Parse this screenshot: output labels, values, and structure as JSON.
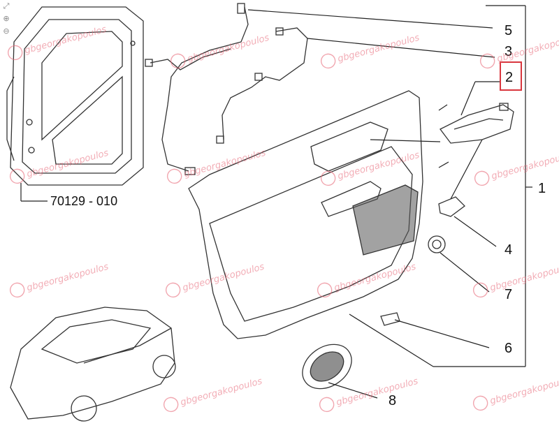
{
  "callouts": [
    {
      "id": "5",
      "label": "5"
    },
    {
      "id": "3",
      "label": "3"
    },
    {
      "id": "2",
      "label": "2"
    },
    {
      "id": "1",
      "label": "1"
    },
    {
      "id": "4",
      "label": "4"
    },
    {
      "id": "7",
      "label": "7"
    },
    {
      "id": "6",
      "label": "6"
    },
    {
      "id": "8",
      "label": "8"
    }
  ],
  "reference_code": "70129 - 010",
  "watermark_text": "gbgeorgakopoulos",
  "highlight_color": "#d9363e",
  "watermark_color": "#e86a7a",
  "zoom_tools": [
    "zoom-reset-icon",
    "zoom-in-icon",
    "zoom-out-icon"
  ]
}
